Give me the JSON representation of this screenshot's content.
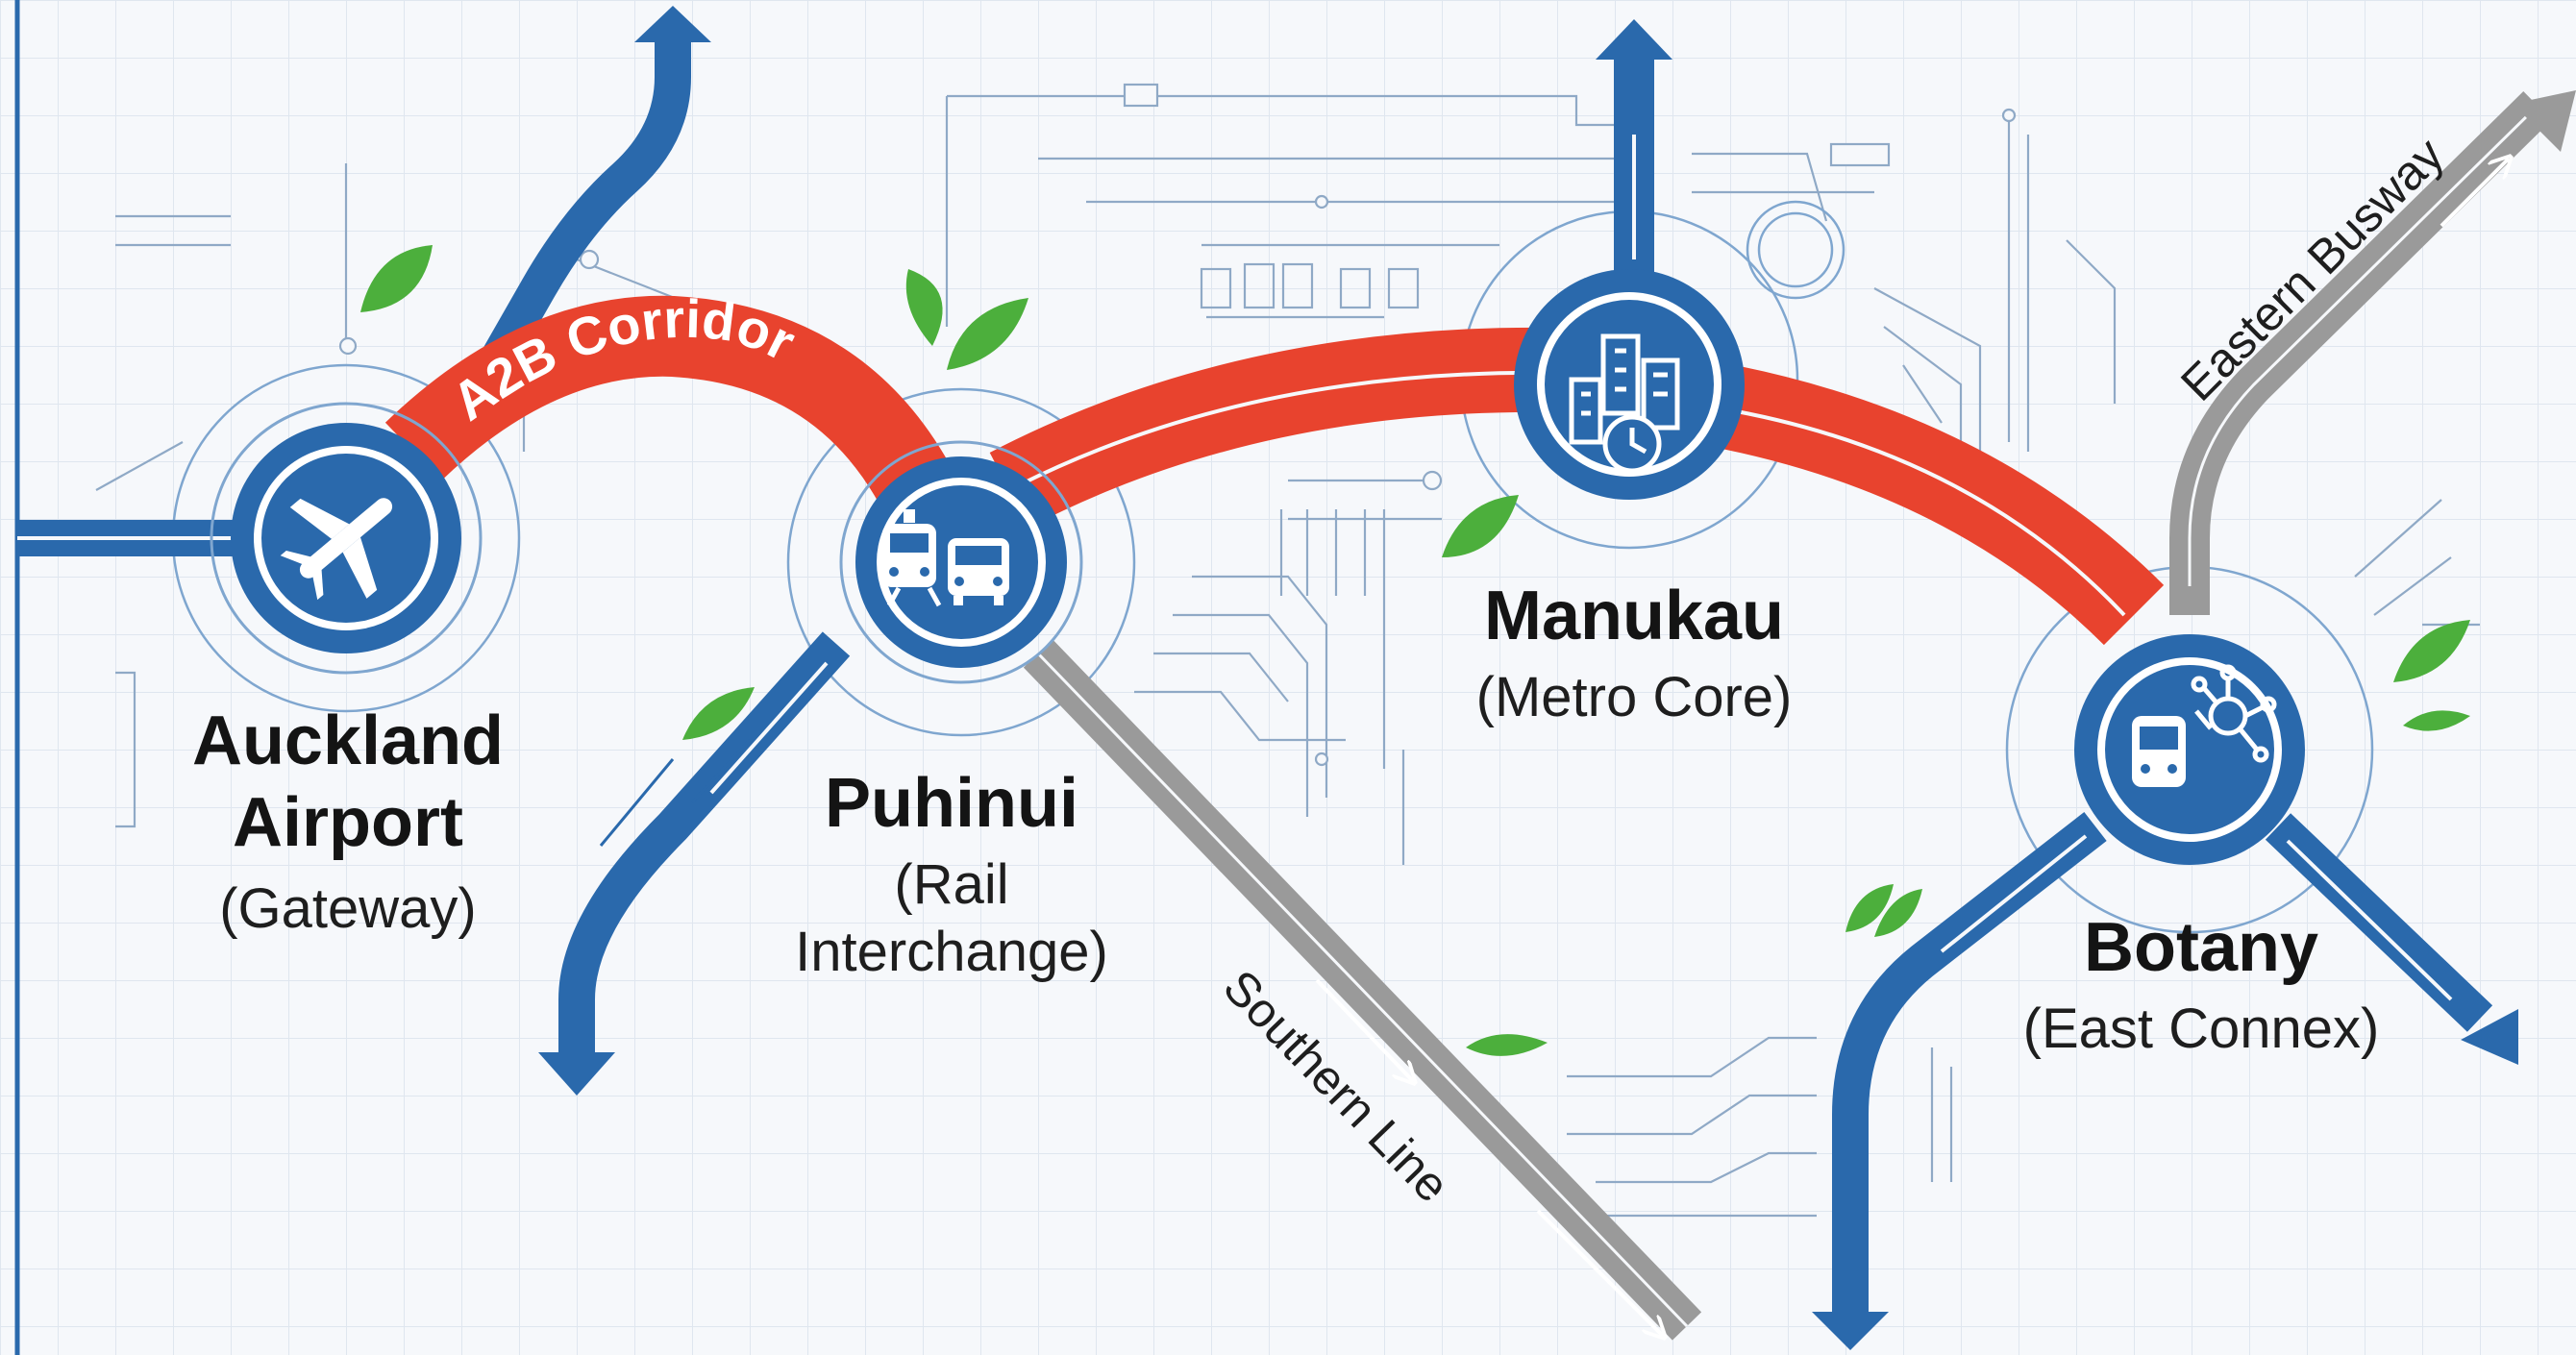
{
  "corridor": {
    "label": "A2B Corridor",
    "color": "#e8432e",
    "inner_stripe": "#f6f8fb"
  },
  "colors": {
    "blue_route": "#2a69ac",
    "grey_route": "#9a9a9a",
    "leaf": "#4caf3c",
    "grid": "#dfe6ef"
  },
  "stations": [
    {
      "id": "auckland-airport",
      "title": "Auckland Airport",
      "title_lines": [
        "Auckland",
        "Airport"
      ],
      "subtitle_lines": [
        "(Gateway)"
      ],
      "icon": "airplane-icon"
    },
    {
      "id": "puhinui",
      "title": "Puhinui",
      "title_lines": [
        "Puhinui"
      ],
      "subtitle_lines": [
        "(Rail",
        "Interchange)"
      ],
      "icon": "train-bus-icon"
    },
    {
      "id": "manukau",
      "title": "Manukau",
      "title_lines": [
        "Manukau"
      ],
      "subtitle_lines": [
        "(Metro Core)"
      ],
      "icon": "city-clock-icon"
    },
    {
      "id": "botany",
      "title": "Botany",
      "title_lines": [
        "Botany"
      ],
      "subtitle_lines": [
        "(East Connex)"
      ],
      "icon": "bus-network-icon"
    }
  ],
  "routes": {
    "southern_line": "Southern Line",
    "eastern_busway": "Eastern Busway"
  }
}
